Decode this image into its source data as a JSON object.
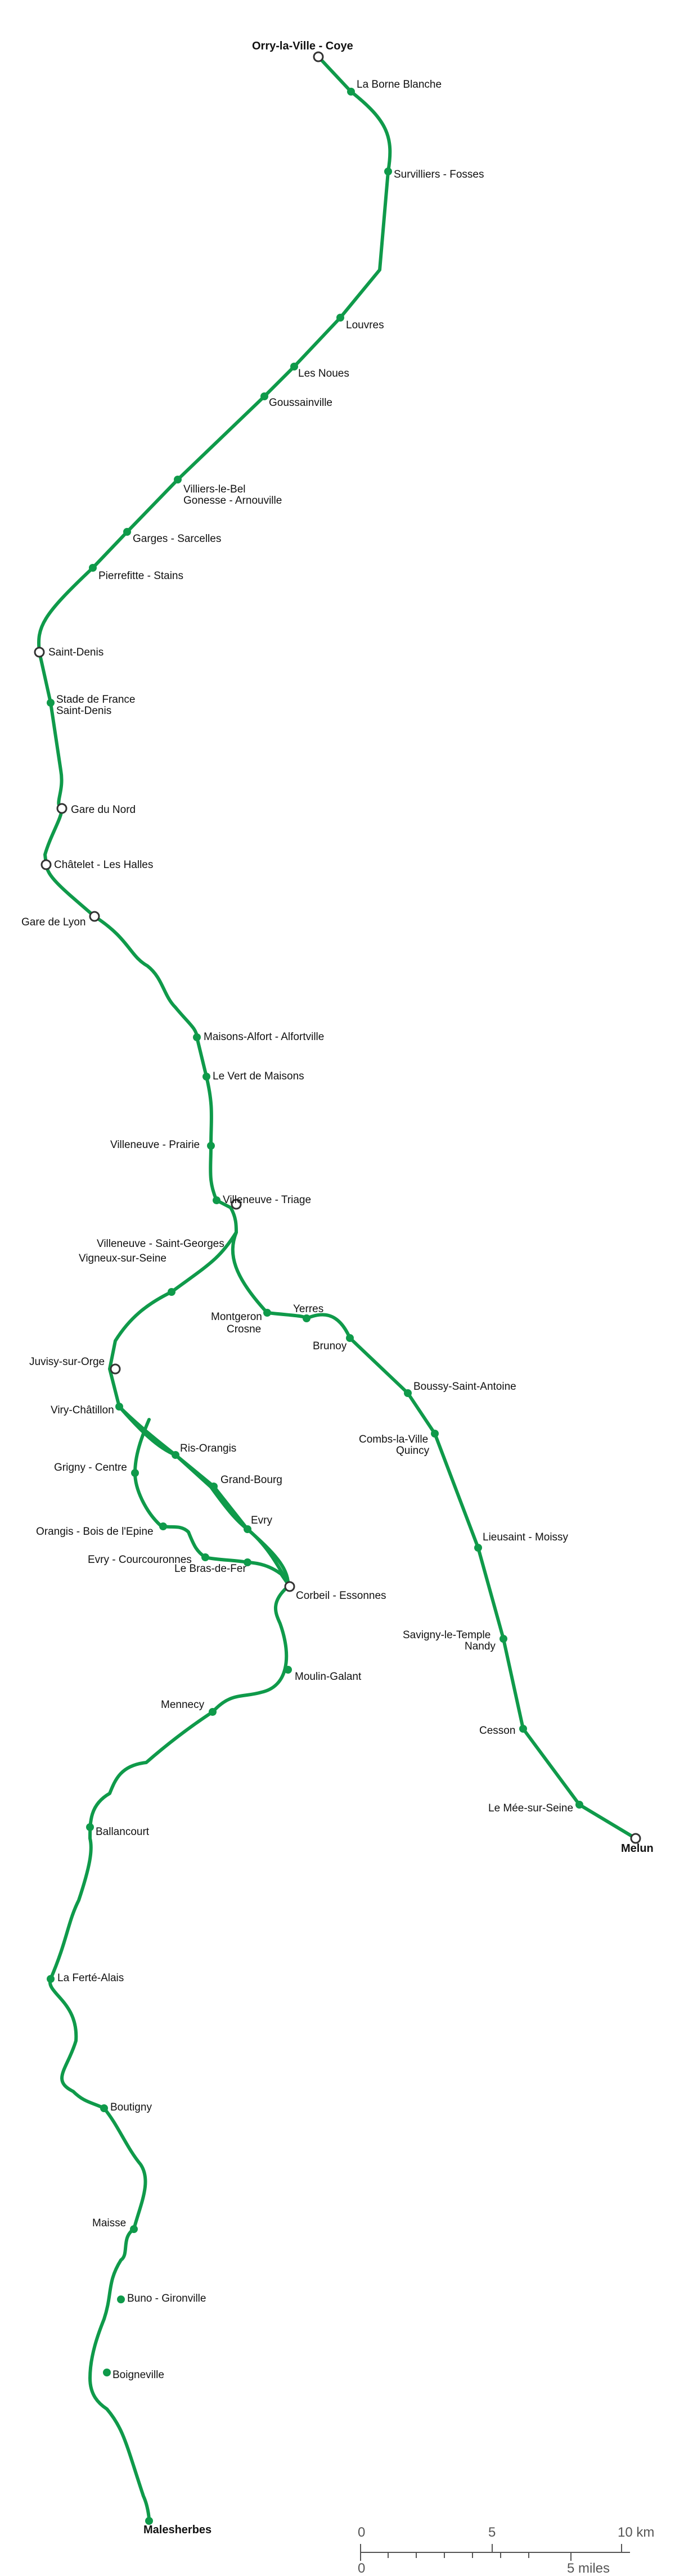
{
  "line_color": "#0f9a4a",
  "stations": {
    "orry": "Orry-la-Ville - Coye",
    "borne": "La Borne Blanche",
    "survilliers": "Survilliers - Fosses",
    "louvres": "Louvres",
    "noues": "Les Noues",
    "goussainville": "Goussainville",
    "villiers1": "Villiers-le-Bel",
    "villiers2": "Gonesse - Arnouville",
    "garges": "Garges - Sarcelles",
    "pierrefitte": "Pierrefitte - Stains",
    "saintdenis": "Saint-Denis",
    "sdf1": "Stade de France",
    "sdf2": "Saint-Denis",
    "gdn": "Gare du Nord",
    "chatelet": "Châtelet - Les Halles",
    "gdl": "Gare de Lyon",
    "maisons": "Maisons-Alfort - Alfortville",
    "vertmaisons": "Le Vert de Maisons",
    "prairie": "Villeneuve - Prairie",
    "triage": "Villeneuve - Triage",
    "vsg": "Villeneuve - Saint-Georges",
    "vigneux": "Vigneux-sur-Seine",
    "montgeron1": "Montgeron",
    "montgeron2": "Crosne",
    "yerres": "Yerres",
    "brunoy": "Brunoy",
    "boussy": "Boussy-Saint-Antoine",
    "combs1": "Combs-la-Ville",
    "combs2": "Quincy",
    "lieusaint": "Lieusaint - Moissy",
    "savigny1": "Savigny-le-Temple",
    "savigny2": "Nandy",
    "cesson": "Cesson",
    "meesurseine": "Le Mée-sur-Seine",
    "melun": "Melun",
    "juvisy": "Juvisy-sur-Orge",
    "viry": "Viry-Châtillon",
    "risorangis": "Ris-Orangis",
    "grigny": "Grigny - Centre",
    "grandbourg": "Grand-Bourg",
    "orangis": "Orangis - Bois de l'Epine",
    "evry": "Evry",
    "courcouronnes": "Evry - Courcouronnes",
    "brasdefer": "Le Bras-de-Fer",
    "corbeil": "Corbeil - Essonnes",
    "moulingalant": "Moulin-Galant",
    "mennecy": "Mennecy",
    "ballancourt": "Ballancourt",
    "fertealais": "La Ferté-Alais",
    "boutigny": "Boutigny",
    "maisse": "Maisse",
    "gironville": "Buno - Gironville",
    "boigneville": "Boigneville",
    "malesherbes": "Malesherbes"
  },
  "scale": {
    "km_zero": "0",
    "km_mid": "5",
    "km_end": "10 km",
    "mi_zero": "0",
    "mi_end": "5 miles"
  }
}
